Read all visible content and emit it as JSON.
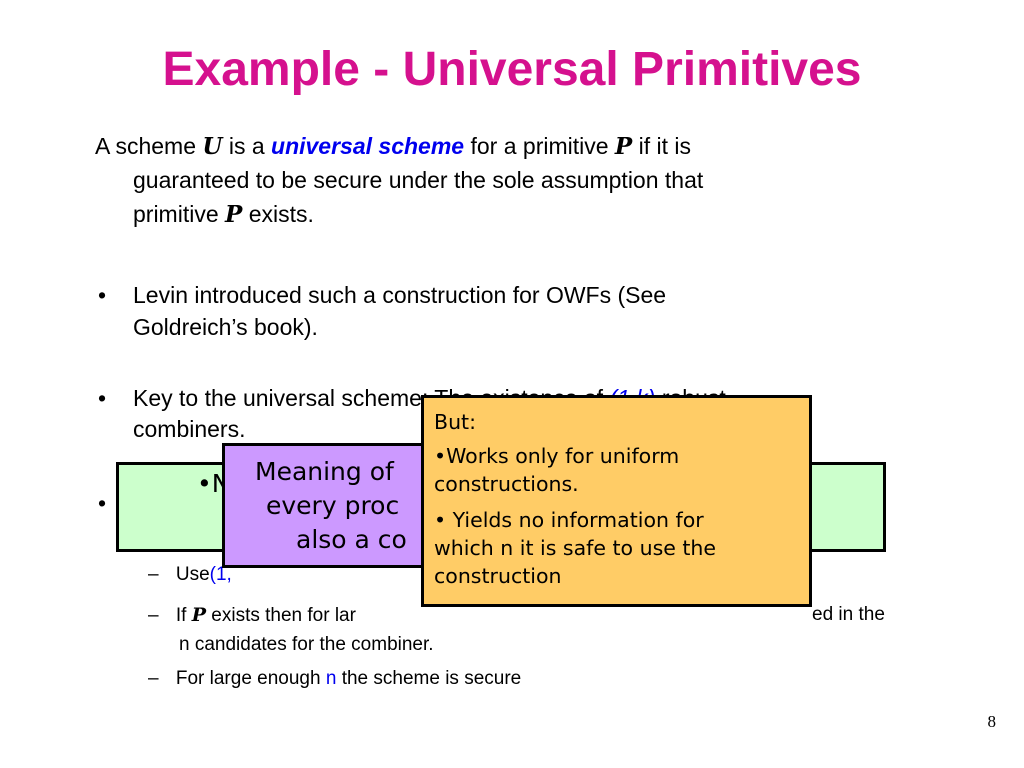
{
  "title": "Example - Universal Primitives",
  "definition": {
    "p1": "A scheme ",
    "sym_u": "U",
    "p2": " is a ",
    "term": "universal scheme",
    "p3": " for a primitive ",
    "sym_p": "P",
    "p4": " if it is",
    "line2": "guaranteed to be secure under the sole assumption that",
    "line3a": "primitive ",
    "line3b": " exists."
  },
  "bullets": [
    {
      "marker": "•",
      "line1": "Levin introduced such a construction for OWFs (See",
      "line2": "Goldreich’s book)."
    },
    {
      "marker": "•",
      "line1a": "Key to the universal sc",
      "line1b": "heme: The existence of ",
      "highlight": "(1,k)",
      "line1c": " robust",
      "line2": "combiners."
    }
  ],
  "hidden_bullet": "•",
  "green_box": {
    "text": "•N"
  },
  "purple_box": {
    "line1": "Meaning of",
    "line2": "every proc",
    "line3": "also a co"
  },
  "orange_box": {
    "line1": "But:",
    "item1a": "•Works only for uniform",
    "item1b": "constructions.",
    "item2a": "• Yields no information for",
    "item2b": "which n it is safe to use the",
    "item2c": "construction"
  },
  "sub_items": [
    {
      "dash": "–",
      "text": "Use",
      "frag": "(1,",
      "tail": ""
    },
    {
      "dash": "–",
      "a": "If ",
      "sym": "P",
      "b": " exists then for lar",
      "c": "ed in the",
      "line2": "n candidates for the combiner."
    },
    {
      "dash": "–",
      "a": "For large enough ",
      "n": "n",
      "b": " the scheme is secure"
    }
  ],
  "page_number": "8"
}
